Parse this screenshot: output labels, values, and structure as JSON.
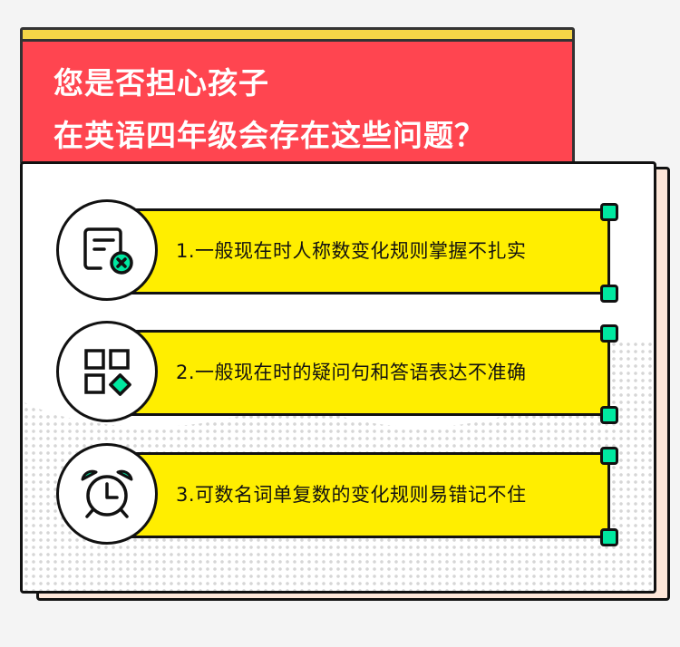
{
  "header": {
    "line1": "您是否担心孩子",
    "line2": "在英语四年级会存在这些问题？"
  },
  "colors": {
    "background": "#f4f4f4",
    "header_red": "#ff4550",
    "header_stripe": "#f5d547",
    "bar_yellow": "#ffee00",
    "accent_green": "#00e8a0",
    "shadow_peach": "#fde6d8"
  },
  "items": [
    {
      "icon": "document-error-icon",
      "text": "1.一般现在时人称数变化规则掌握不扎实"
    },
    {
      "icon": "grid-apps-icon",
      "text": "2.一般现在时的疑问句和答语表达不准确"
    },
    {
      "icon": "alarm-clock-icon",
      "text": "3.可数名词单复数的变化规则易错记不住"
    }
  ]
}
